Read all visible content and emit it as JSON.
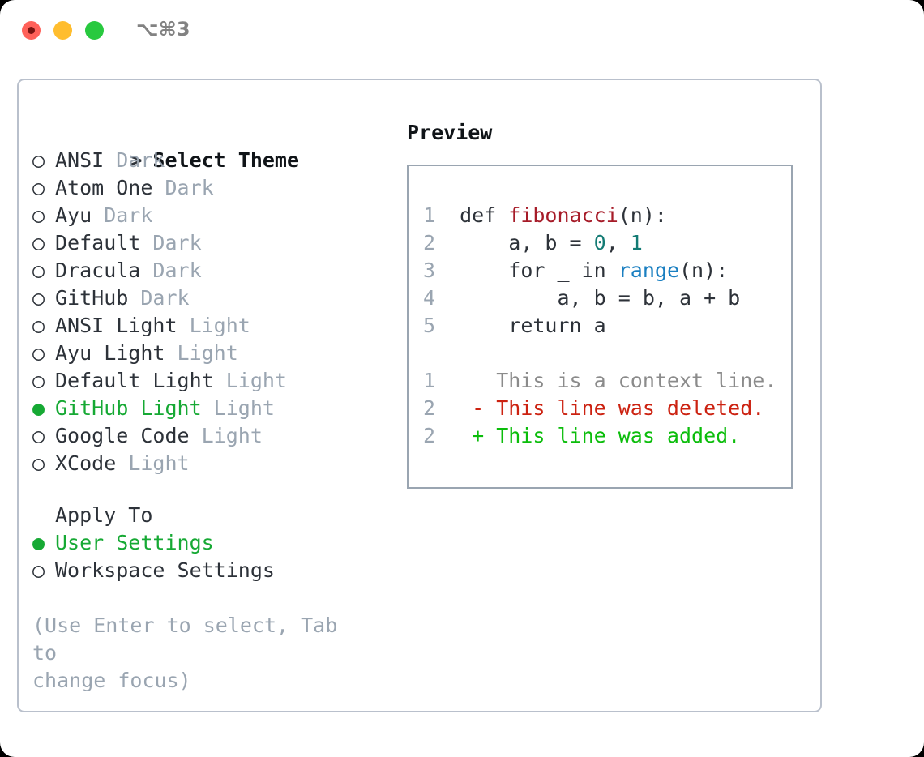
{
  "window": {
    "shortcut": "⌥⌘3",
    "traffic_lights": [
      "close",
      "minimize",
      "maximize"
    ],
    "colors": {
      "close": "#ff6159",
      "minimize": "#ffbd2e",
      "maximize": "#28c93f",
      "selected_green": "#16a934",
      "muted": "#9aa5b1",
      "text": "#2d3239",
      "border": "#b9c0cc"
    }
  },
  "theme_list": {
    "header_marker": ">",
    "header": "Select Theme",
    "unselected_marker": "○",
    "selected_marker": "●",
    "items": [
      {
        "marker": "○",
        "label": "ANSI",
        "suffix": "Dark",
        "selected": false
      },
      {
        "marker": "○",
        "label": "Atom One",
        "suffix": "Dark",
        "selected": false
      },
      {
        "marker": "○",
        "label": "Ayu",
        "suffix": "Dark",
        "selected": false
      },
      {
        "marker": "○",
        "label": "Default",
        "suffix": "Dark",
        "selected": false
      },
      {
        "marker": "○",
        "label": "Dracula",
        "suffix": "Dark",
        "selected": false
      },
      {
        "marker": "○",
        "label": "GitHub",
        "suffix": "Dark",
        "selected": false
      },
      {
        "marker": "○",
        "label": "ANSI Light",
        "suffix": "Light",
        "selected": false
      },
      {
        "marker": "○",
        "label": "Ayu Light",
        "suffix": "Light",
        "selected": false
      },
      {
        "marker": "○",
        "label": "Default Light",
        "suffix": "Light",
        "selected": false
      },
      {
        "marker": "●",
        "label": "GitHub Light",
        "suffix": "Light",
        "selected": true
      },
      {
        "marker": "○",
        "label": "Google Code",
        "suffix": "Light",
        "selected": false
      },
      {
        "marker": "○",
        "label": "XCode",
        "suffix": "Light",
        "selected": false
      }
    ]
  },
  "apply_to": {
    "title": "Apply To",
    "items": [
      {
        "marker": "●",
        "label": "User Settings",
        "selected": true
      },
      {
        "marker": "○",
        "label": "Workspace Settings",
        "selected": false
      }
    ]
  },
  "hint": "(Use Enter to select, Tab to\nchange focus)",
  "preview": {
    "title": "Preview",
    "code": [
      {
        "n": "1",
        "indent": "",
        "parts": [
          {
            "t": "def ",
            "c": "plain"
          },
          {
            "t": "fibonacci",
            "c": "fn"
          },
          {
            "t": "(n):",
            "c": "plain"
          }
        ]
      },
      {
        "n": "2",
        "indent": "    ",
        "parts": [
          {
            "t": "a, b = ",
            "c": "plain"
          },
          {
            "t": "0",
            "c": "num"
          },
          {
            "t": ", ",
            "c": "plain"
          },
          {
            "t": "1",
            "c": "num"
          }
        ]
      },
      {
        "n": "3",
        "indent": "    ",
        "parts": [
          {
            "t": "for _ in ",
            "c": "plain"
          },
          {
            "t": "range",
            "c": "blue"
          },
          {
            "t": "(n):",
            "c": "plain"
          }
        ]
      },
      {
        "n": "4",
        "indent": "        ",
        "parts": [
          {
            "t": "a, b = b, a + b",
            "c": "plain"
          }
        ]
      },
      {
        "n": "5",
        "indent": "    ",
        "parts": [
          {
            "t": "return a",
            "c": "plain"
          }
        ]
      }
    ],
    "diff": [
      {
        "n": "1",
        "sign": " ",
        "text": "This is a context line.",
        "kind": "ctx"
      },
      {
        "n": "2",
        "sign": "-",
        "text": "This line was deleted.",
        "kind": "del"
      },
      {
        "n": "2",
        "sign": "+",
        "text": "This line was added.",
        "kind": "add"
      }
    ]
  }
}
